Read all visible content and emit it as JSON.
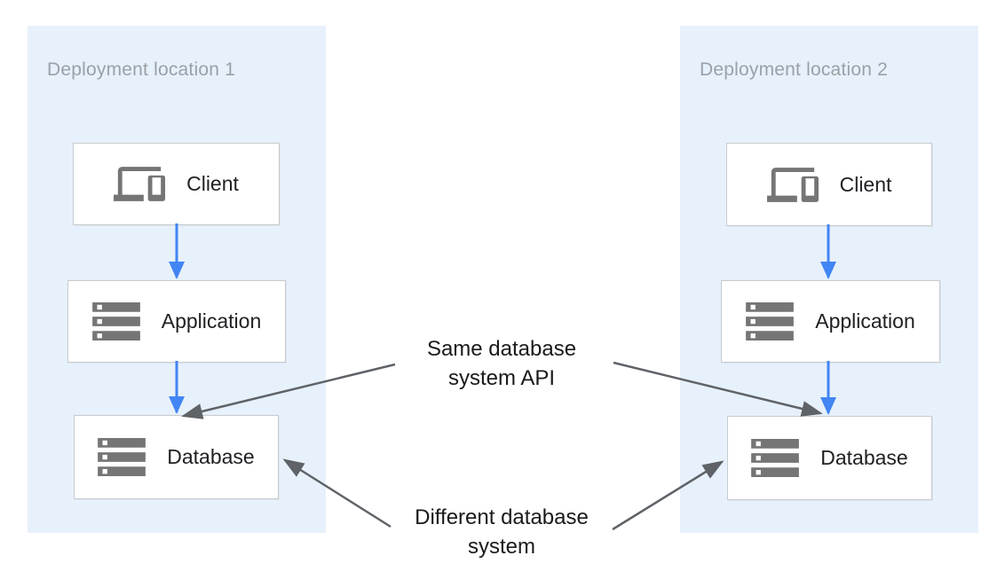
{
  "panels": [
    {
      "title": "Deployment location 1",
      "nodes": [
        {
          "label": "Client",
          "icon": "devices-icon"
        },
        {
          "label": "Application",
          "icon": "server-stack-icon"
        },
        {
          "label": "Database",
          "icon": "server-stack-icon"
        }
      ]
    },
    {
      "title": "Deployment location 2",
      "nodes": [
        {
          "label": "Client",
          "icon": "devices-icon"
        },
        {
          "label": "Application",
          "icon": "server-stack-icon"
        },
        {
          "label": "Database",
          "icon": "server-stack-icon"
        }
      ]
    }
  ],
  "annotations": [
    {
      "text": "Same database\nsystem API"
    },
    {
      "text": "Different database\nsystem"
    }
  ],
  "colors": {
    "panel_bg": "#E7F1FB",
    "node_bg": "#FFFFFF",
    "node_border": "#C7CACD",
    "icon_gray": "#757575",
    "panel_title_text": "#9AA0A6",
    "node_label_text": "#202124",
    "flow_arrow_blue": "#4285F4",
    "annotation_arrow_gray": "#5F6368",
    "annotation_text": "#1A1A1A"
  }
}
